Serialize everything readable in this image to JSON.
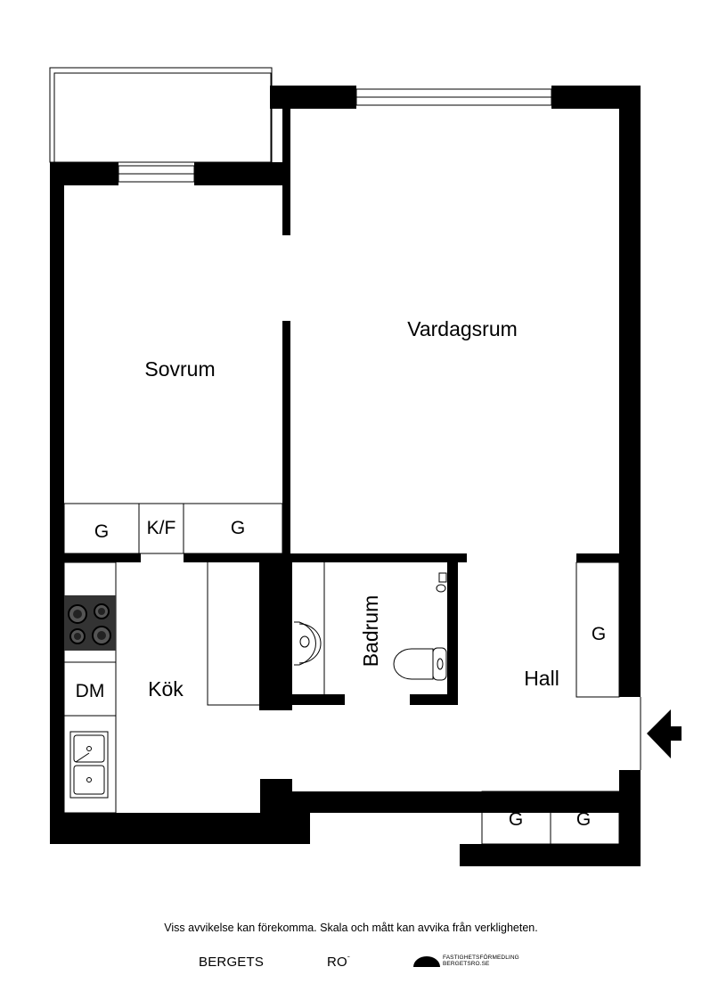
{
  "rooms": {
    "sovrum": "Sovrum",
    "vardagsrum": "Vardagsrum",
    "kok": "Kök",
    "badrum": "Badrum",
    "hall": "Hall"
  },
  "fixtures": {
    "g": "G",
    "kf": "K/F",
    "dm": "DM"
  },
  "footer": {
    "disclaimer": "Viss avvikelse kan förekomma. Skala och mått kan avvika från verkligheten.",
    "brand_left": "BERGETS",
    "brand_right": "RO",
    "brand_tagline": "FASTIGHETSFÖRMEDLING",
    "brand_url": "BERGETSRO.SE"
  }
}
